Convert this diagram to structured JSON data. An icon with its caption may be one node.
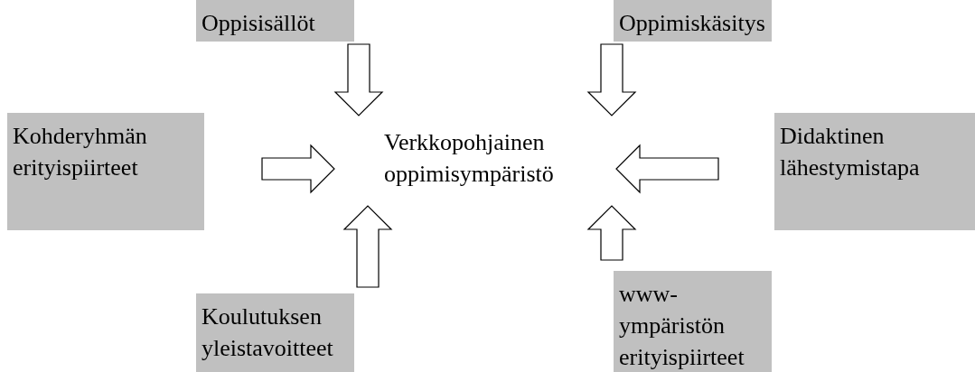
{
  "diagram": {
    "nodes": [
      {
        "text": [
          "Oppisisällöt"
        ]
      },
      {
        "text": [
          "Oppimiskäsitys"
        ]
      },
      {
        "text": [
          "Kohderyhmän erityispiirteet"
        ]
      },
      {
        "text": [
          "Verkkopohjainen oppimisympäristö"
        ]
      },
      {
        "text": [
          "Didaktinen lähestymistapa"
        ]
      },
      {
        "text": [
          "Koulutuksen yleistavoitteet"
        ]
      },
      {
        "text": [
          "www-ympäristön erityispiirteet"
        ]
      }
    ],
    "edges": [
      {
        "from": 0,
        "to": 3,
        "arrow": "to"
      },
      {
        "from": 1,
        "to": 3,
        "arrow": "to"
      },
      {
        "from": 2,
        "to": 3,
        "arrow": "to"
      },
      {
        "from": 4,
        "to": 3,
        "arrow": "to"
      },
      {
        "from": 5,
        "to": 3,
        "arrow": "to"
      },
      {
        "from": 6,
        "to": 3,
        "arrow": "to"
      }
    ]
  }
}
